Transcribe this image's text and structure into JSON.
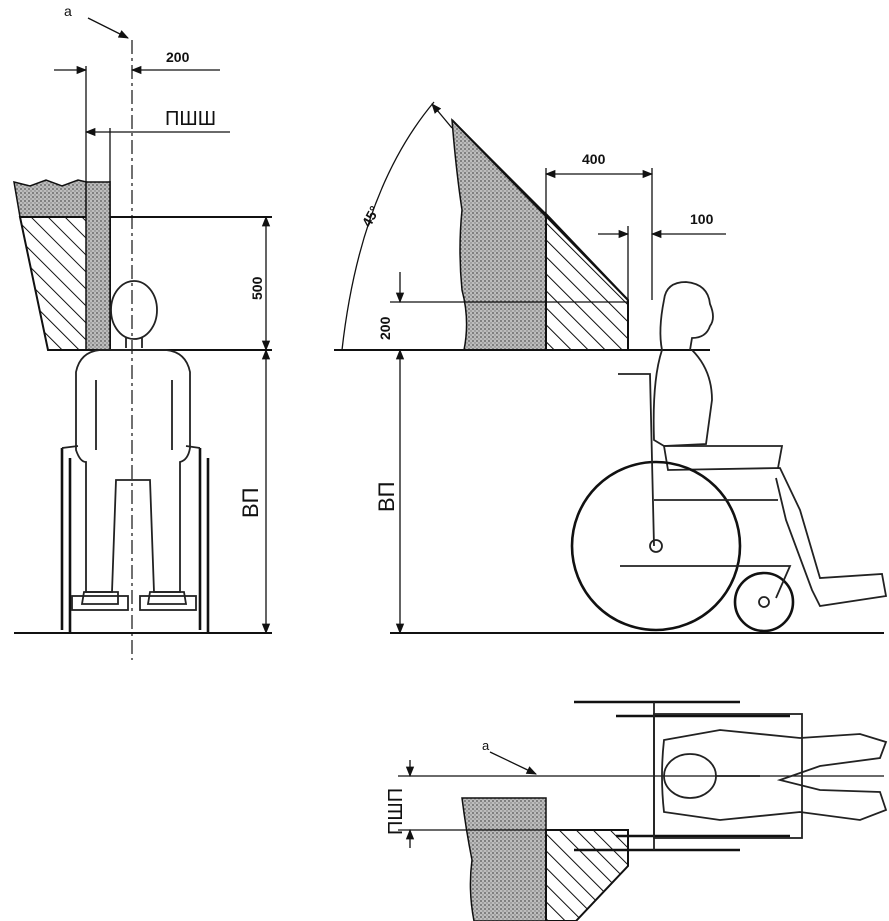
{
  "front_view": {
    "marker_a": "a",
    "dim_top": "200",
    "dim_width": "ПШШ",
    "dim_height_upper": "500",
    "dim_height_lower": "ВП"
  },
  "side_view": {
    "angle": "45°",
    "dim_top": "400",
    "dim_offset": "100",
    "dim_low": "200",
    "dim_height": "ВП"
  },
  "plan_view": {
    "marker_a": "a",
    "dim_width": "ПШП"
  }
}
